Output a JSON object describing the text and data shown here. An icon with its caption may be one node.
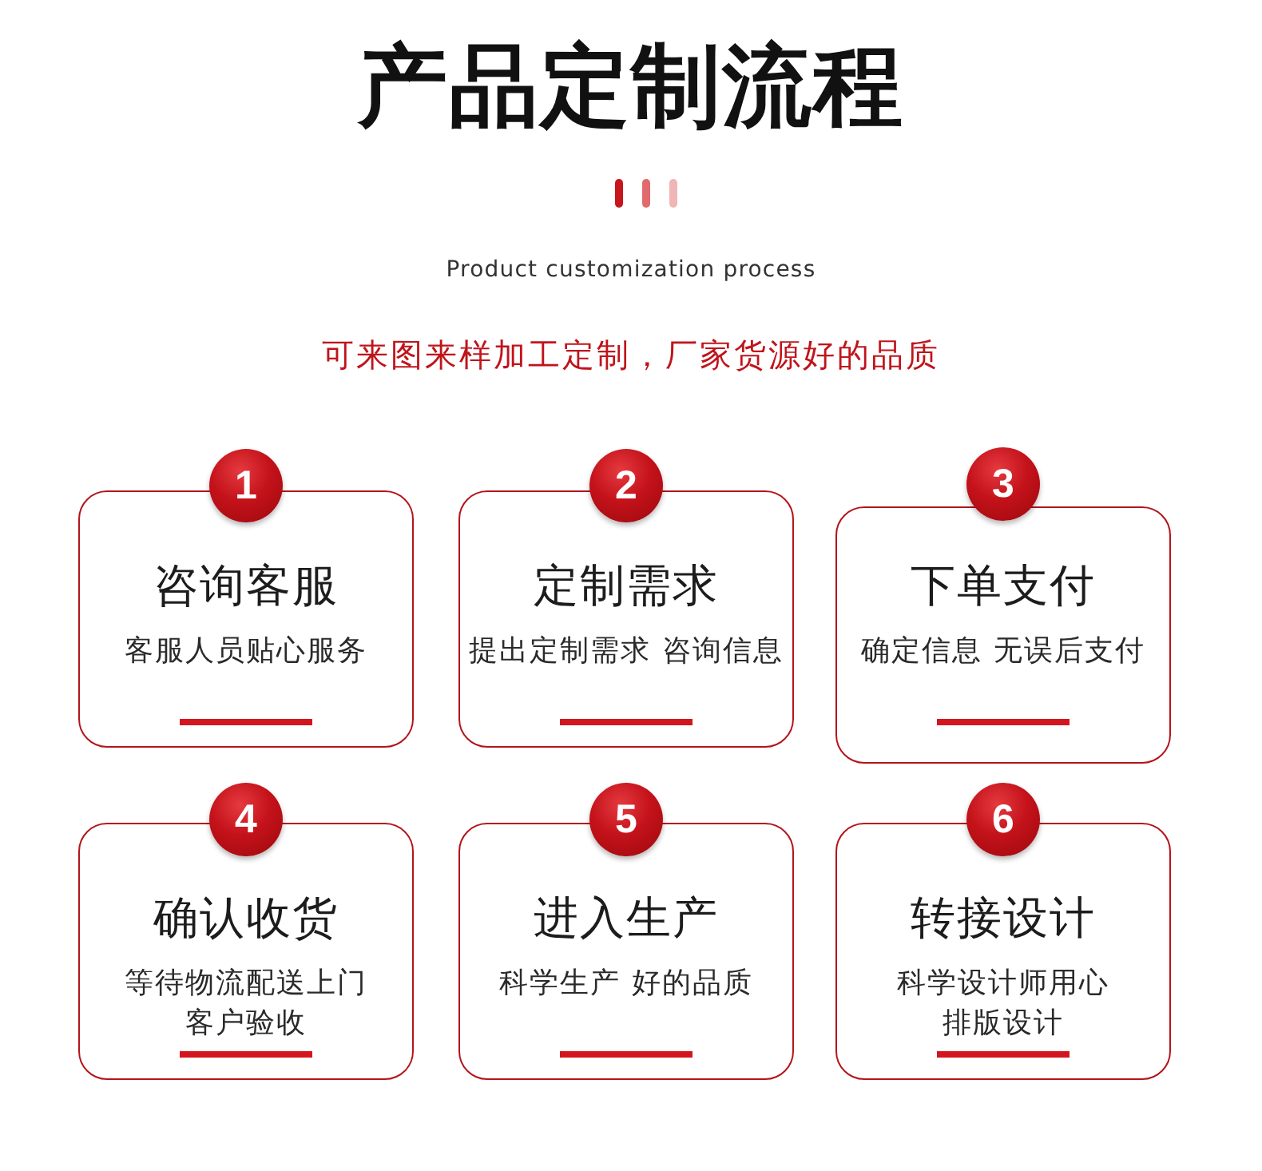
{
  "diagram": {
    "title": "产品定制流程",
    "nodes": [
      {
        "text": [
          "1"
        ]
      },
      {
        "text": [
          "咨询客服",
          "客服人员贴心服务"
        ]
      },
      {
        "text": [
          "2"
        ]
      },
      {
        "text": [
          "定制需求",
          "提出定制需求 咨询信息"
        ]
      },
      {
        "text": [
          "3"
        ]
      },
      {
        "text": [
          "下单支付",
          "确定信息 无误后支付"
        ]
      },
      {
        "text": [
          "4"
        ]
      },
      {
        "text": [
          "确认收货",
          "等待物流配送上门客户验收"
        ]
      },
      {
        "text": [
          "5"
        ]
      },
      {
        "text": [
          "进入生产",
          "科学生产 好的品质"
        ]
      },
      {
        "text": [
          "6"
        ]
      },
      {
        "text": [
          "转接设计",
          "科学设计师用心排版设计"
        ]
      }
    ],
    "labels": [
      "Product customization process",
      "可来图来样加工定制，厂家货源好的品质"
    ]
  }
}
